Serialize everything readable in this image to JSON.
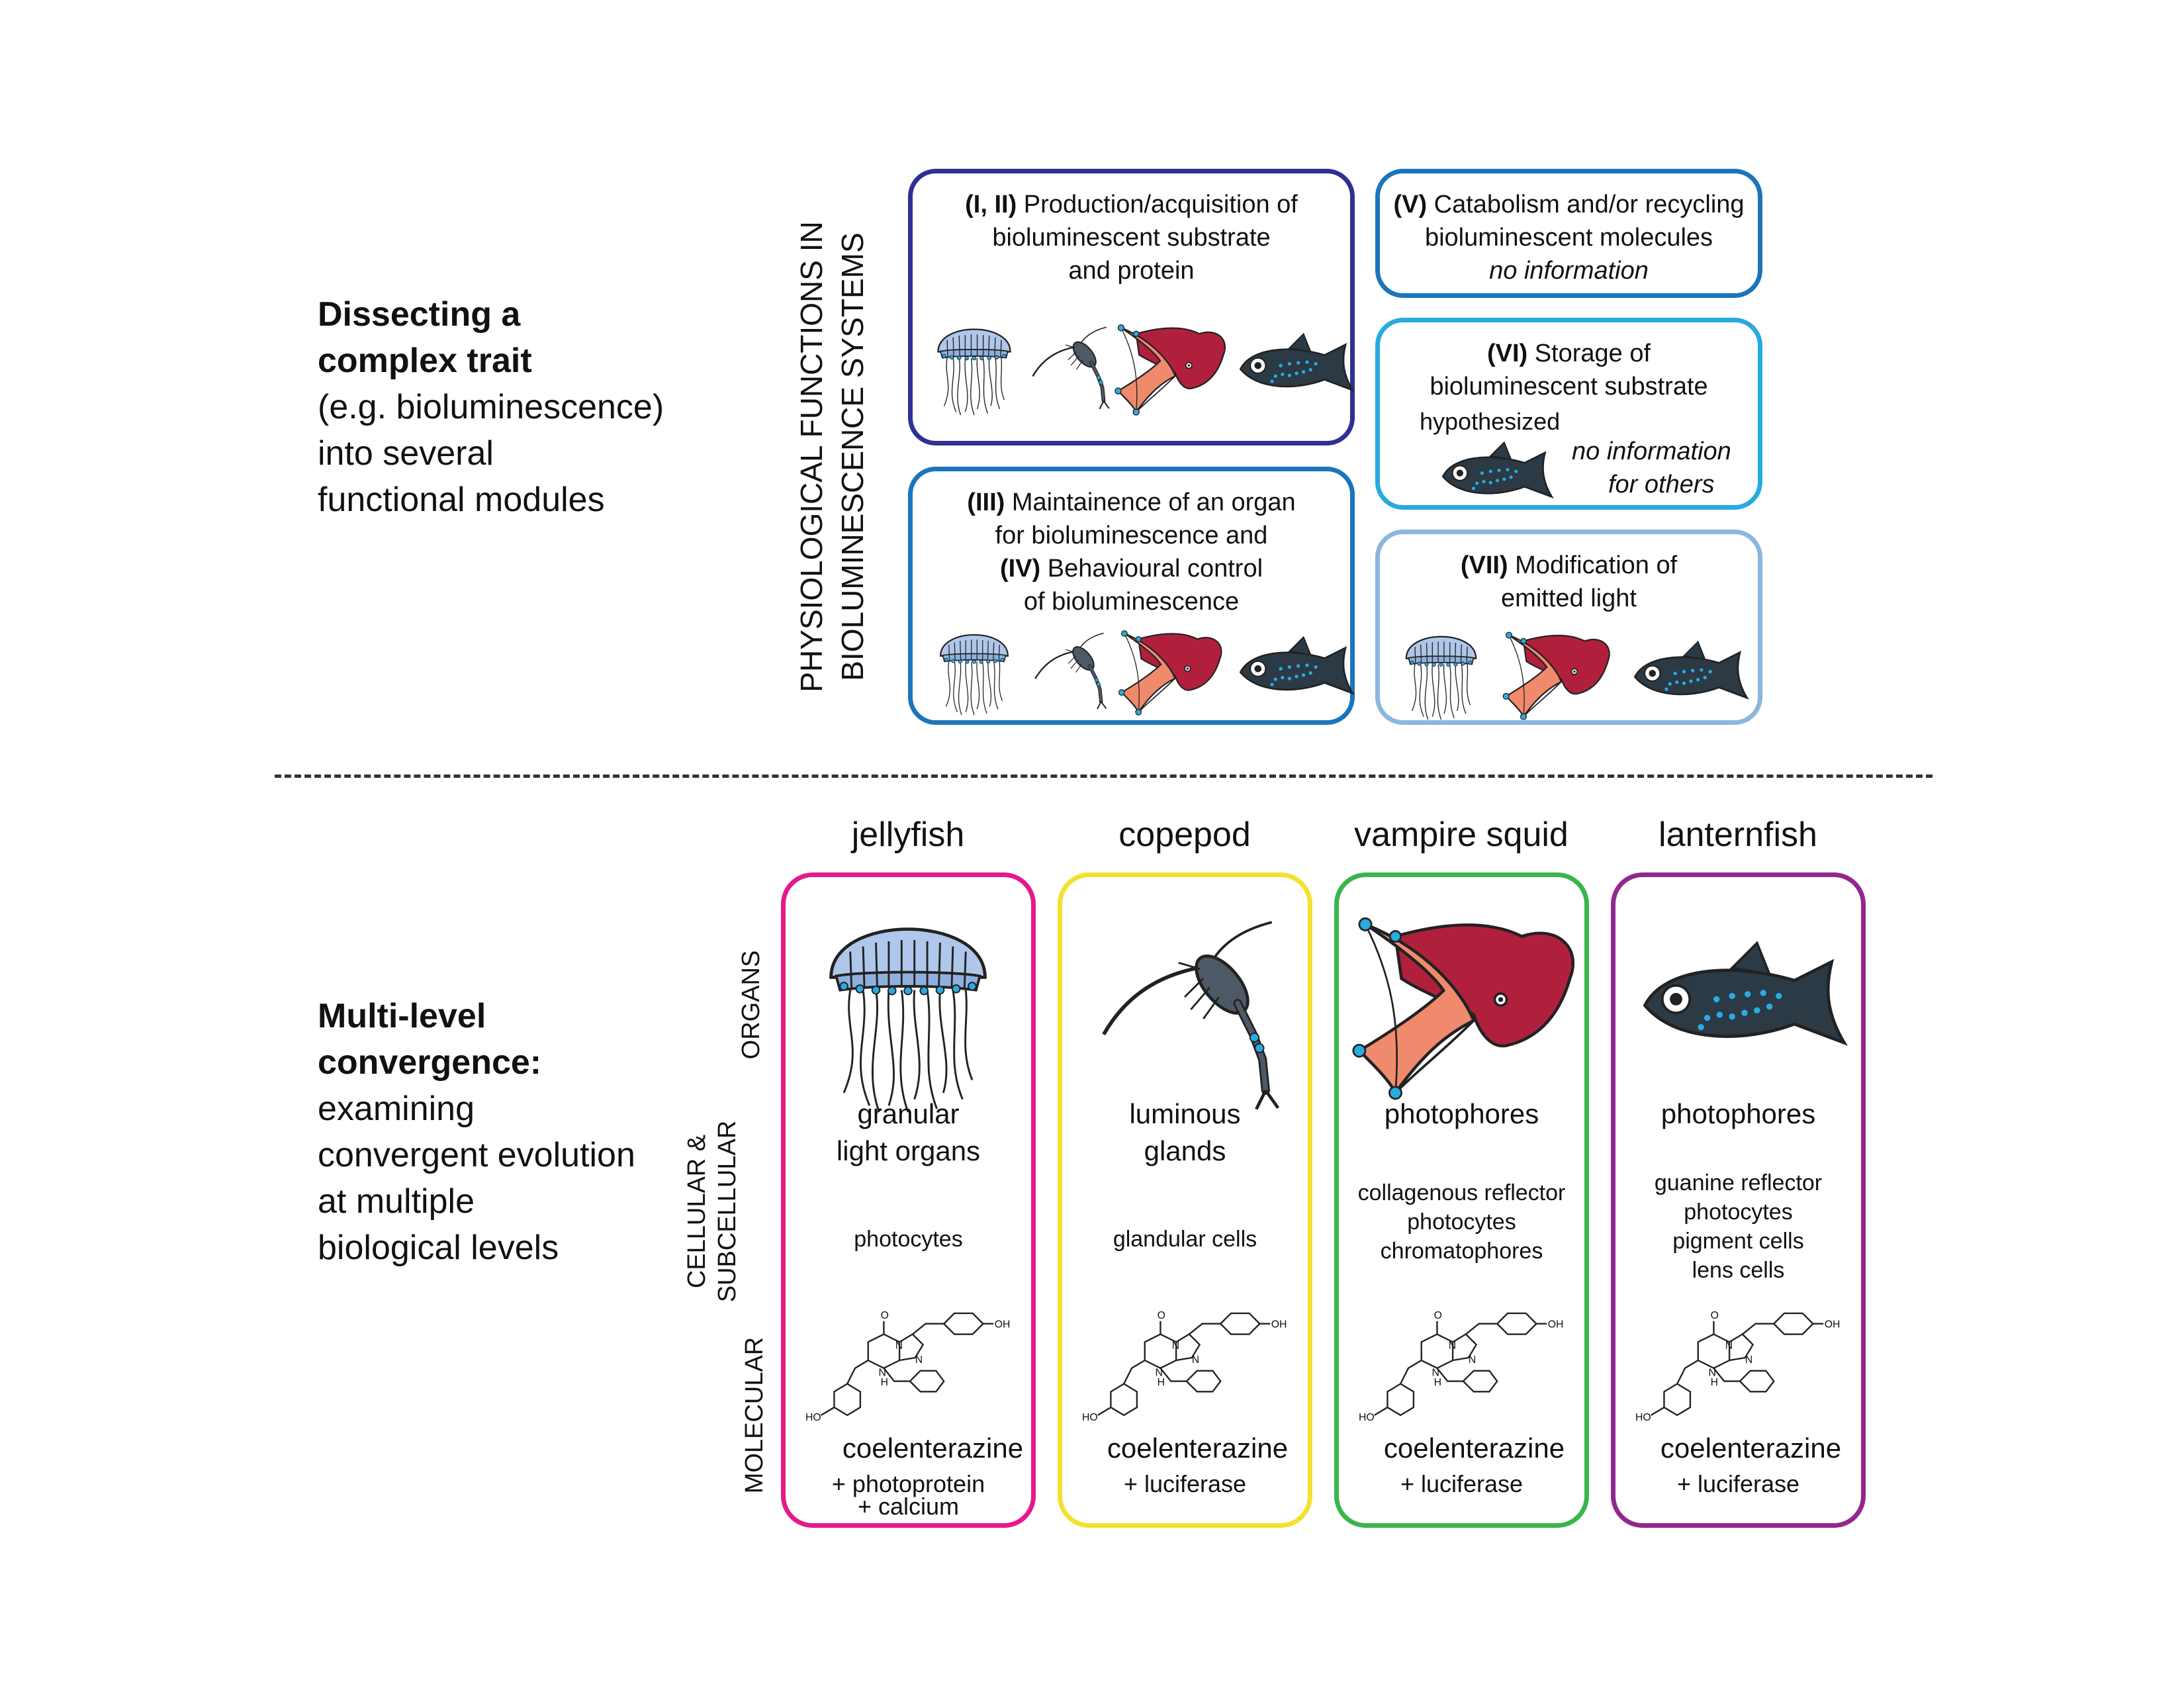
{
  "top_section": {
    "heading_bold_1": "Dissecting a",
    "heading_bold_2": "complex trait",
    "line_3": "(e.g. bioluminescence)",
    "line_4": "into several",
    "line_5": "functional modules"
  },
  "bottom_section": {
    "heading_bold_1": "Multi-level",
    "heading_bold_2": "convergence:",
    "line_3": "examining",
    "line_4": "convergent evolution",
    "line_5": "at multiple",
    "line_6": "biological levels"
  },
  "vertical_header": {
    "line1": "PHYSIOLOGICAL FUNCTIONS IN",
    "line2": "BIOLUMINESCENCE SYSTEMS"
  },
  "functions": {
    "f12": {
      "roman": "(I, II)",
      "line1": " Production/acquisition of",
      "line2": "bioluminescent substrate",
      "line3": "and protein"
    },
    "f34": {
      "roman3": "(III)",
      "line1": " Maintainence of an organ",
      "line2": "for bioluminescence and",
      "roman4": "(IV)",
      "line3": " Behavioural control",
      "line4": "of bioluminescence"
    },
    "f5": {
      "roman": "(V)",
      "line1": " Catabolism and/or recycling",
      "line2": "bioluminescent molecules",
      "note": "no information"
    },
    "f6": {
      "roman": "(VI)",
      "line1": " Storage of",
      "line2": "bioluminescent substrate",
      "note1": "hypothesized",
      "note2": "no information",
      "note3": "for others"
    },
    "f7": {
      "roman": "(VII)",
      "line1": " Modification of",
      "line2": "emitted light"
    }
  },
  "levels": {
    "organs": "ORGANS",
    "cellular1": "CELLULAR &",
    "cellular2": "SUBCELLULAR",
    "molecular": "MOLECULAR"
  },
  "organisms": [
    {
      "name": "jellyfish",
      "color": "#e5198c",
      "organ1": "granular",
      "organ2": "light organs",
      "cells": [
        "photocytes"
      ],
      "molecule": "coelenterazine",
      "partner1": "+ photoprotein",
      "partner2": "+ calcium"
    },
    {
      "name": "copepod",
      "color": "#f3e12d",
      "organ1": "luminous",
      "organ2": "glands",
      "cells": [
        "glandular cells"
      ],
      "molecule": "coelenterazine",
      "partner1": "+ luciferase",
      "partner2": ""
    },
    {
      "name": "vampire squid",
      "color": "#3ab54a",
      "organ1": "photophores",
      "organ2": "",
      "cells": [
        "collagenous reflector",
        "photocytes",
        "chromatophores"
      ],
      "molecule": "coelenterazine",
      "partner1": "+ luciferase",
      "partner2": ""
    },
    {
      "name": "lanternfish",
      "color": "#92278f",
      "organ1": "photophores",
      "organ2": "",
      "cells": [
        "guanine reflector",
        "photocytes",
        "pigment cells",
        "lens cells"
      ],
      "molecule": "coelenterazine",
      "partner1": "+ luciferase",
      "partner2": ""
    }
  ],
  "chem_labels": {
    "o": "O",
    "n1": "N",
    "n2": "N",
    "nh": "N",
    "h": "H",
    "ho": "HO",
    "oh": "OH"
  },
  "colors": {
    "box_f12": "#2e3192",
    "box_f34": "#1c75bc",
    "box_f5": "#1b75bb",
    "box_f6": "#27aae1",
    "box_f7": "#8ab7de",
    "jelly_bell": "#aec7ea",
    "squid_body": "#b0203d",
    "squid_web": "#f08a6c",
    "fish_body": "#2b3a45",
    "photophore": "#29abe2",
    "copepod": "#4d5a66"
  }
}
